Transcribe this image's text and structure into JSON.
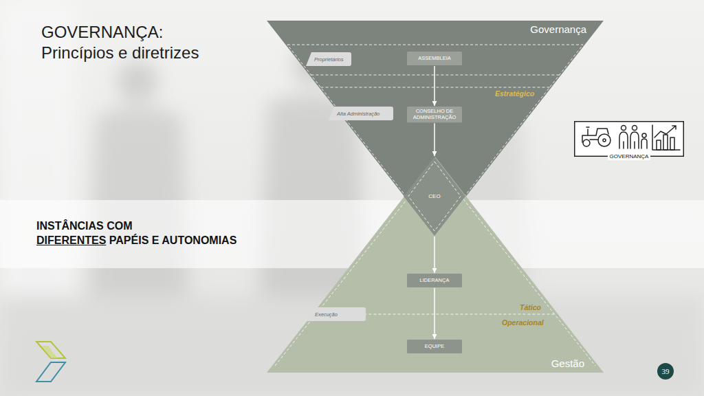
{
  "diagram": {
    "title": "GOVERNANÇA: Princípios e diretrizes",
    "nodes": [
      {
        "text": [
          "Governança"
        ]
      },
      {
        "text": [
          "ASSEMBLEIA"
        ],
        "in": 0
      },
      {
        "text": [
          "CONSELHO DE ADMINISTRAÇÃO"
        ],
        "in": 0
      },
      {
        "text": [
          "Proprietários"
        ]
      },
      {
        "text": [
          "Alta Administração"
        ]
      },
      {
        "text": [
          "CEO"
        ]
      },
      {
        "text": [
          "INSTÂNCIAS COM",
          "DIFERENTES",
          "PAPÉIS E AUTONOMIAS"
        ]
      },
      {
        "text": [
          "Gestão"
        ]
      },
      {
        "text": [
          "LIDERANÇA"
        ],
        "in": 7
      },
      {
        "text": [
          "EQUIPE"
        ],
        "in": 7
      },
      {
        "text": [
          "Execução"
        ]
      },
      {
        "text": [
          "39"
        ]
      },
      {
        "text": [
          "GOVERNANÇA"
        ]
      }
    ],
    "edges": [
      {
        "from": 1,
        "to": 2,
        "arrow": "to"
      },
      {
        "from": 2,
        "to": 5,
        "arrow": "to"
      },
      {
        "from": 5,
        "to": 8,
        "arrow": "to"
      },
      {
        "from": 8,
        "to": 9,
        "arrow": "to"
      }
    ],
    "labels": [
      "Estratégico",
      "Tático",
      "Operacional"
    ]
  }
}
